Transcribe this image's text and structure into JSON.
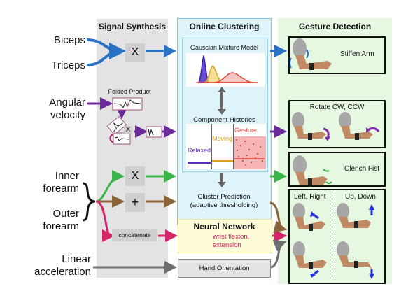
{
  "panels": {
    "signal_synthesis": {
      "title": "Signal Synthesis"
    },
    "online_clustering": {
      "title": "Online Clustering"
    },
    "gesture_detection": {
      "title": "Gesture Detection"
    }
  },
  "inputs": {
    "biceps": "Biceps",
    "triceps": "Triceps",
    "angular_velocity_1": "Angular",
    "angular_velocity_2": "velocity",
    "inner_forearm_1": "Inner",
    "inner_forearm_2": "forearm",
    "outer_forearm_1": "Outer",
    "outer_forearm_2": "forearm",
    "linear_accel_1": "Linear",
    "linear_accel_2": "acceleration"
  },
  "synthesis": {
    "multiply_top": "X",
    "folded_product": "Folded Product",
    "folded_multiply": "X",
    "multiply_forearm": "X",
    "add_forearm": "+",
    "concatenate": "concatenate"
  },
  "clustering": {
    "gmm_title": "Gaussian Mixture Model",
    "histories_title": "Component Histories",
    "label_relaxed": "Relaxed",
    "label_moving": "Moving",
    "label_gesture": "Gesture",
    "prediction_1": "Cluster Prediction",
    "prediction_2": "(adaptive thresholding)"
  },
  "neural_network": {
    "title": "Neural Network",
    "line1": "wrist flexion,",
    "line2": "extension"
  },
  "hand_orientation": "Hand Orientation",
  "gestures": {
    "stiffen": "Stiffen Arm",
    "rotate": "Rotate CW, CCW",
    "clench": "Clench Fist",
    "left_right": "Left, Right",
    "up_down": "Up, Down"
  },
  "colors": {
    "blue": "#2a72c6",
    "purple": "#6b2a9a",
    "green": "#3ab54a",
    "brown": "#8a6338",
    "magenta": "#d6266a",
    "gray": "#6e6e6e",
    "relaxed": "#5a2fc0",
    "moving": "#d9a21a",
    "gesture": "#e0473f"
  }
}
